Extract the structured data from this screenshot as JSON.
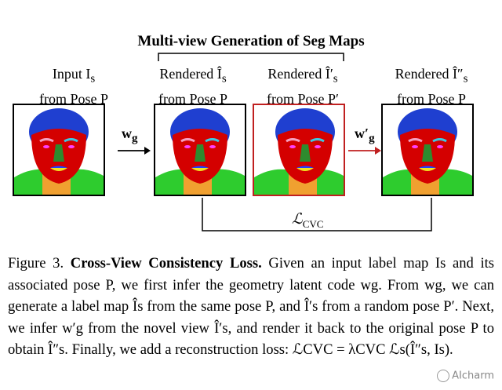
{
  "figure": {
    "group_title": "Multi-view Generation of Seg Maps",
    "panels": [
      {
        "line1": "Input I",
        "sub": "s",
        "line2": "from Pose P"
      },
      {
        "line1": "Rendered Î",
        "sub": "s",
        "line2": "from Pose P"
      },
      {
        "line1": "Rendered Î′",
        "sub": "s",
        "line2": "from Pose P′"
      },
      {
        "line1": "Rendered Î″",
        "sub": "s",
        "line2": "from Pose P"
      }
    ],
    "arrow1_label": "w",
    "arrow1_sub": "g",
    "arrow2_label": "w′",
    "arrow2_sub": "g",
    "loss_label": "ℒ",
    "loss_sub": "CVC",
    "colors": {
      "hair": "#1f3fd0",
      "face": "#d40000",
      "nose": "#2e8b2e",
      "clothing": "#2ecc2e",
      "neck": "#f0a030",
      "brow_left": "#f5a0c0",
      "brow_right": "#40c8e0",
      "eye": "#ff40ff",
      "lip_upper": "#2040ff",
      "lip_lower": "#f0e020",
      "highlight_border": "#c02020"
    }
  },
  "caption": {
    "fig_label": "Figure 3.",
    "title": "Cross-View Consistency Loss.",
    "text": " Given an input label map Is and its associated pose P, we first infer the geometry latent code wg. From wg, we can generate a label map Îs from the same pose P, and Î′s from a random pose P′. Next, we infer w′g from the novel view Î′s, and render it back to the original pose P to obtain Î″s. Finally, we add a reconstruction loss: ℒCVC = λCVC ℒs(Î″s, Is)."
  },
  "watermark": "AIcharm"
}
